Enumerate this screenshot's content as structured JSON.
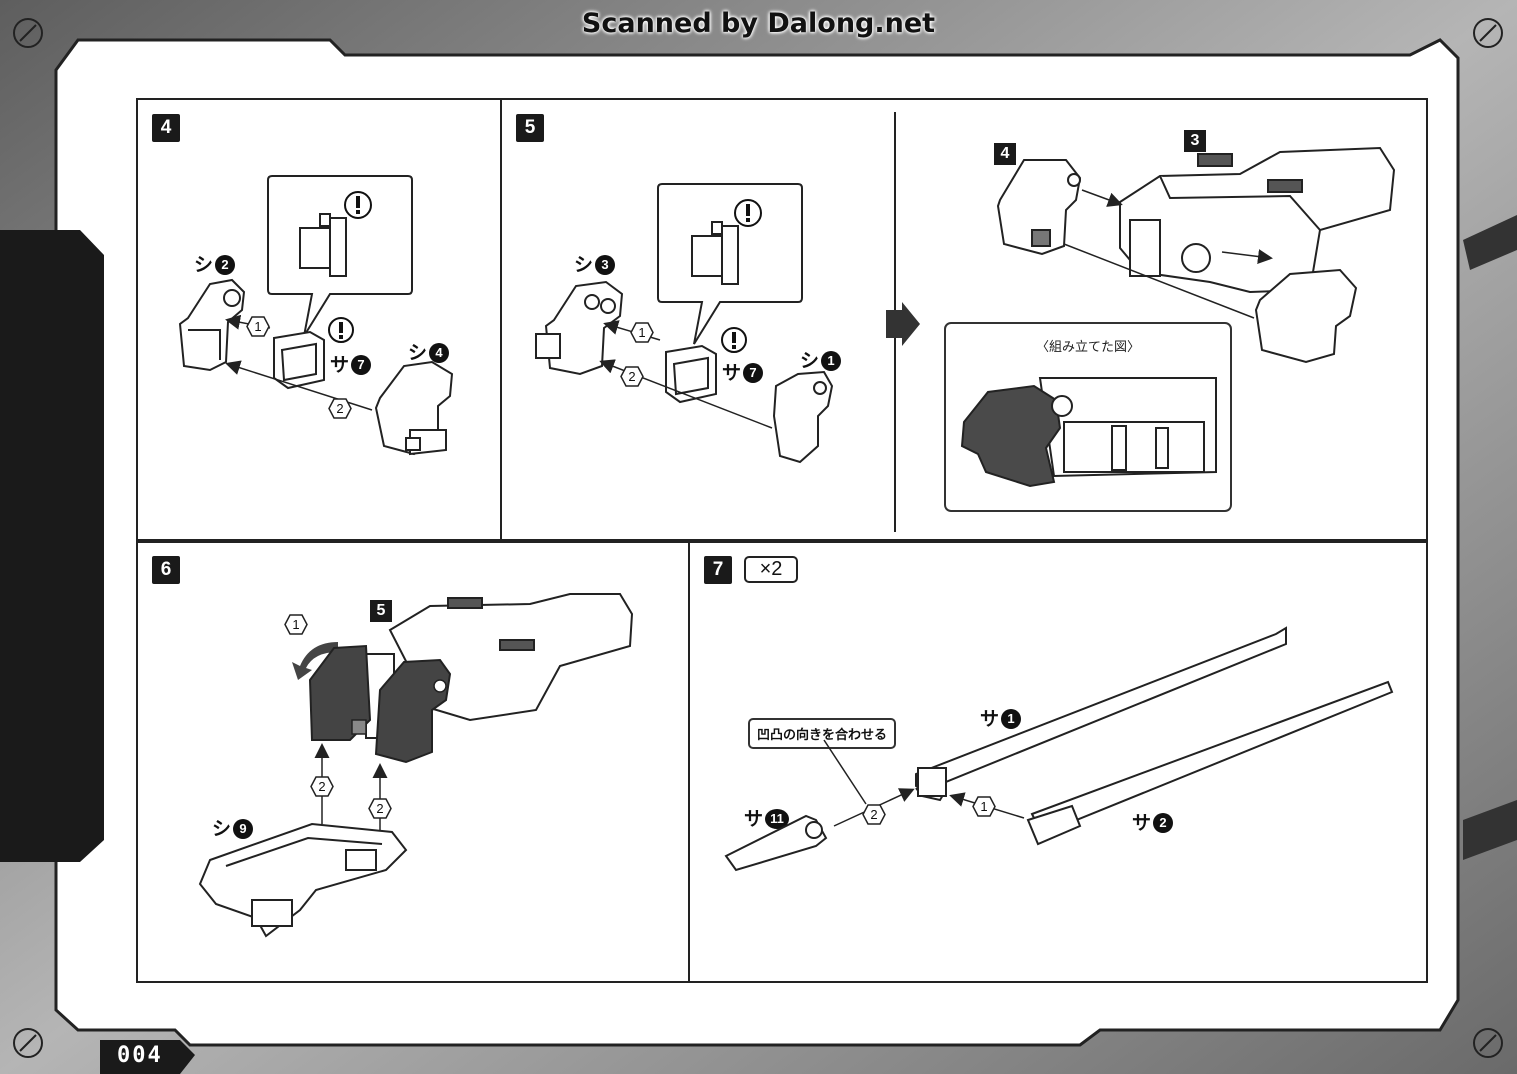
{
  "watermark": "Scanned by Dalong.net",
  "page_number": "004",
  "steps": {
    "s4": {
      "number": "4",
      "labels": {
        "shi2_kana": "シ",
        "shi2_num": "2",
        "sa7_kana": "サ",
        "sa7_num": "7",
        "shi4_kana": "シ",
        "shi4_num": "4"
      },
      "order": [
        "1",
        "2"
      ]
    },
    "s5": {
      "number": "5",
      "labels": {
        "shi3_kana": "シ",
        "shi3_num": "3",
        "sa7_kana": "サ",
        "sa7_num": "7",
        "shi1_kana": "シ",
        "shi1_num": "1"
      },
      "order": [
        "1",
        "2"
      ]
    },
    "s5b": {
      "tag_4": "4",
      "tag_3": "3",
      "completed_caption": "〈組み立てた図〉"
    },
    "s6": {
      "number": "6",
      "tag_5": "5",
      "labels": {
        "shi9_kana": "シ",
        "shi9_num": "9"
      },
      "order": [
        "1",
        "2",
        "2"
      ]
    },
    "s7": {
      "number": "7",
      "multiplier": "×2",
      "note": "凹凸の向きを合わせる",
      "labels": {
        "sa1_kana": "サ",
        "sa1_num": "1",
        "sa11_kana": "サ",
        "sa11_num": "11",
        "sa2_kana": "サ",
        "sa2_num": "2"
      },
      "order": [
        "2",
        "1"
      ]
    }
  },
  "icons": {
    "caution": "exclamation-icon",
    "next": "arrow-right-icon",
    "rotate": "curved-arrow-icon"
  }
}
